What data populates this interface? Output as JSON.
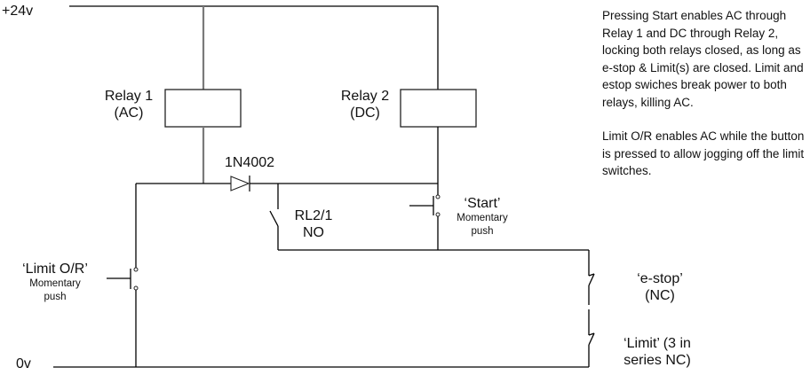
{
  "diagram": {
    "type": "relay control schematic",
    "rails": {
      "positive": "+24v",
      "negative": "0v"
    },
    "components": {
      "relay1": {
        "name": "Relay 1",
        "type": "(AC)"
      },
      "relay2": {
        "name": "Relay 2",
        "type": "(DC)"
      },
      "diode": {
        "part": "1N4002"
      },
      "relay_contact": {
        "name": "RL2/1",
        "type": "NO"
      },
      "start_switch": {
        "name": "‘Start’",
        "type": "Momentary",
        "type2": "push"
      },
      "limit_override": {
        "name": "‘Limit O/R’",
        "type": "Momentary",
        "type2": "push"
      },
      "estop": {
        "name": "‘e-stop’",
        "type": "(NC)"
      },
      "limit": {
        "name": "‘Limit’ (3 in",
        "type": "series NC)"
      }
    },
    "notes": [
      "Pressing Start enables AC through Relay 1 and DC through Relay 2, locking both relays closed, as long as e-stop & Limit(s) are closed.  Limit and estop swiches break power to both relays, killing AC.",
      "Limit O/R enables AC while the button is pressed to allow jogging off the limit switches."
    ]
  }
}
